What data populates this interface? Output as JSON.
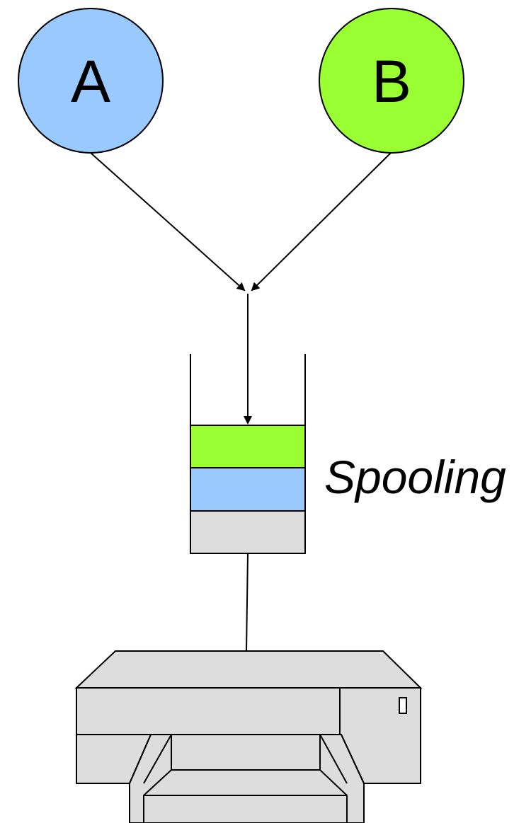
{
  "nodes": [
    {
      "label": "A",
      "color": "#99c9ff"
    },
    {
      "label": "B",
      "color": "#99ff33"
    }
  ],
  "spool": {
    "label": "Spooling",
    "colors": {
      "top_layer": "#99ff33",
      "middle_layer": "#99c9ff",
      "bottom_layer": "#dddddd"
    }
  },
  "printer": {
    "body_color": "#dddddd",
    "outline_color": "#000000"
  }
}
